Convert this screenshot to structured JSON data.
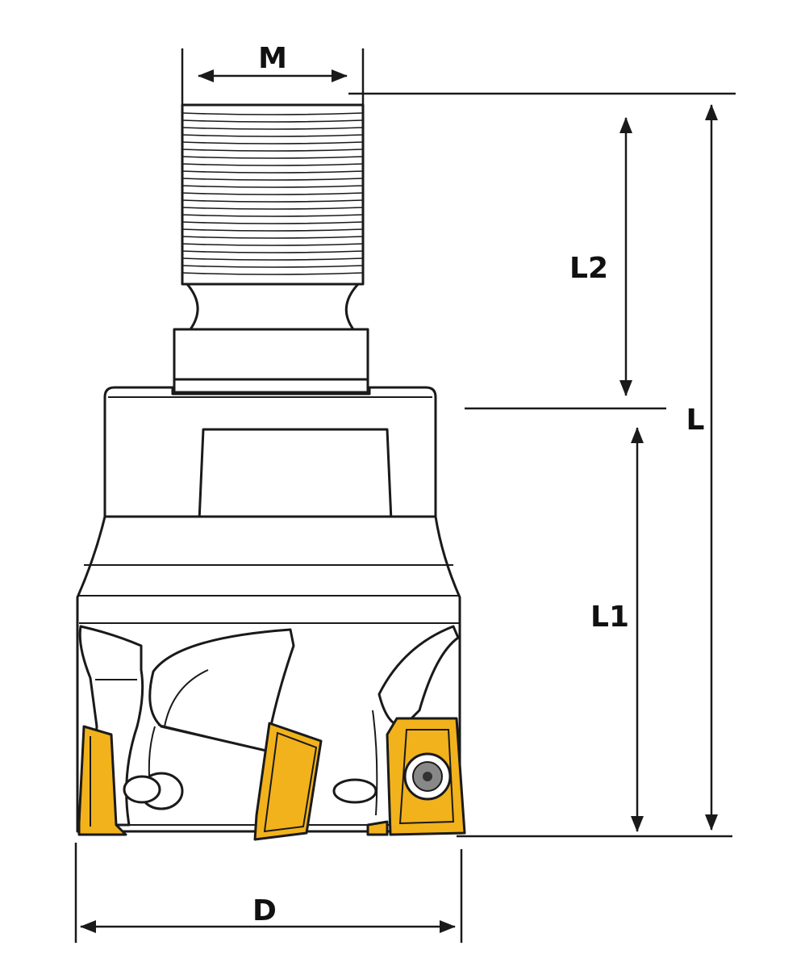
{
  "dimensions": {
    "M": "M",
    "L2": "L2",
    "L": "L",
    "L1": "L1",
    "D": "D"
  },
  "colors": {
    "insert": "#f2b21c",
    "line": "#1a1a1a",
    "background": "#ffffff"
  }
}
